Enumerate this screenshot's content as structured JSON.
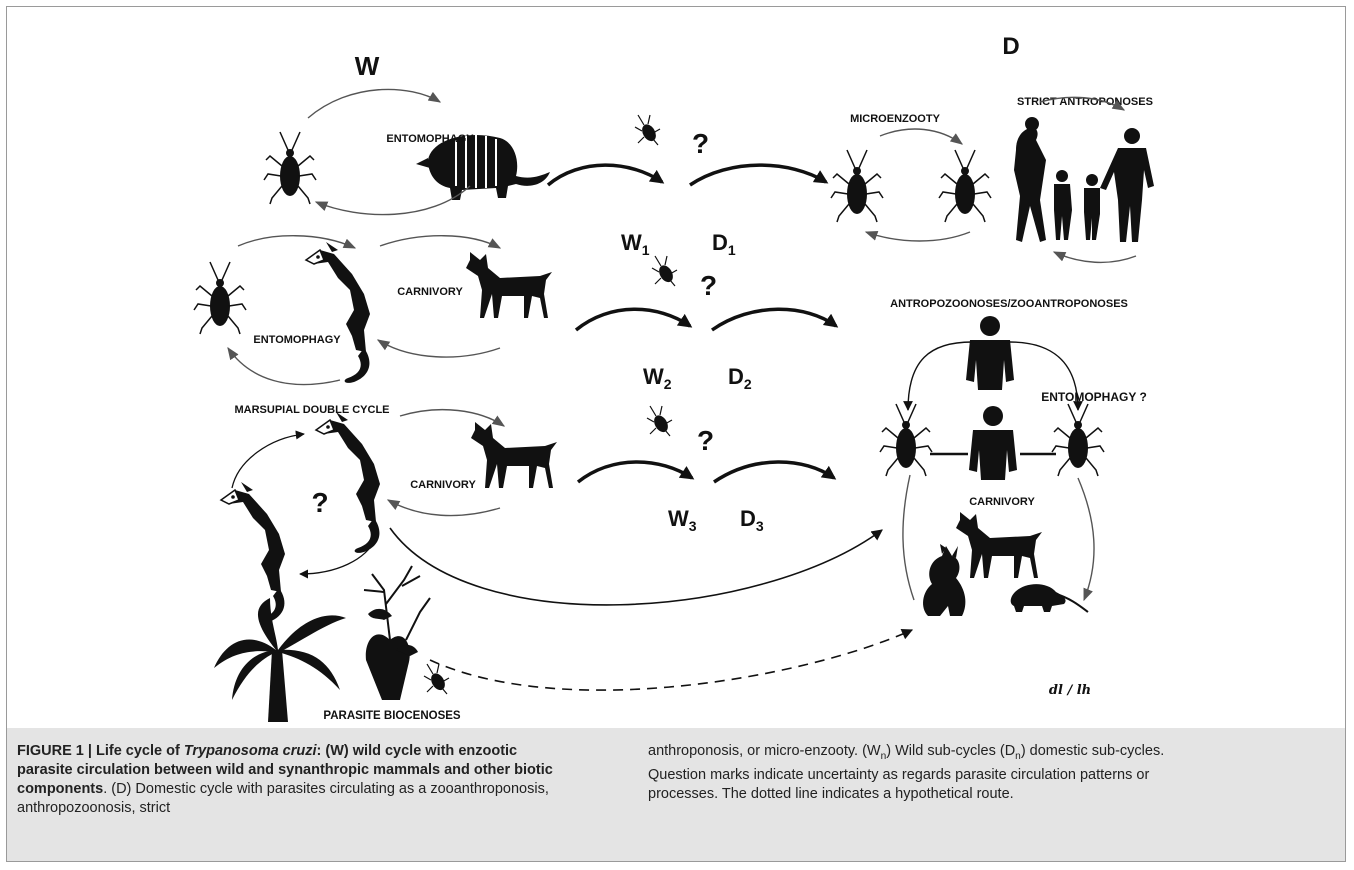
{
  "diagram": {
    "wild_label": "W",
    "domestic_label": "D",
    "labels": {
      "entomophagy_top": "ENTOMOPHAGY",
      "entomophagy_mid": "ENTOMOPHAGY",
      "carnivory_mid": "CARNIVORY",
      "marsupial_double_cycle": "MARSUPIAL DOUBLE CYCLE",
      "carnivory_low": "CARNIVORY",
      "parasite_biocenoses": "PARASITE BIOCENOSES",
      "microenzooty": "MICROENZOOTY",
      "strict_antroponoses": "STRICT ANTROPONOSES",
      "antropozoonoses": "ANTROPOZOONOSES/ZOOANTROPONOSES",
      "entomophagy_question": "ENTOMOPHAGY ?",
      "carnivory_domestic": "CARNIVORY",
      "signature": "dl / lh"
    },
    "question_mark": "?",
    "subcycles": [
      {
        "w": "W",
        "w_sub": "1",
        "d": "D",
        "d_sub": "1"
      },
      {
        "w": "W",
        "w_sub": "2",
        "d": "D",
        "d_sub": "2"
      },
      {
        "w": "W",
        "w_sub": "3",
        "d": "D",
        "d_sub": "3"
      }
    ]
  },
  "caption": {
    "fig_label": "FIGURE 1 | Life cycle of ",
    "species": "Trypanosoma cruzi",
    "bold_rest": ": (W) wild cycle with enzootic parasite circulation between wild and synanthropic mammals and other biotic components",
    "text_1": ". (D) Domestic cycle with parasites circulating as a zooanthroponosis, anthropozoonosis, strict anthroponosis, or micro-enzooty. (W",
    "sub_wn": "n",
    "text_2": ") Wild sub-cycles (D",
    "sub_dn": "n",
    "text_3": ") domestic sub-cycles. Question marks indicate uncertainty as regards parasite circulation patterns or processes. The dotted line indicates a hypothetical route."
  }
}
